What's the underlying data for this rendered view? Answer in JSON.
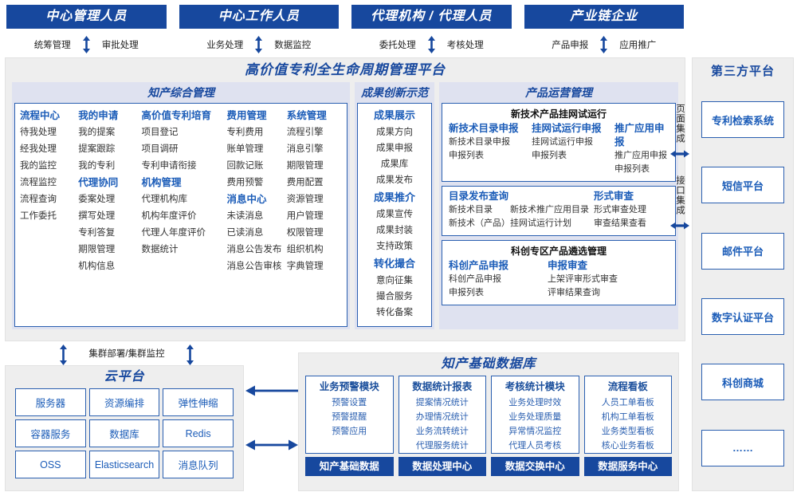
{
  "roles": [
    {
      "title": "中心管理人员",
      "left_tag": "统筹管理",
      "right_tag": "审批处理"
    },
    {
      "title": "中心工作人员",
      "left_tag": "业务处理",
      "right_tag": "数据监控"
    },
    {
      "title": "代理机构 / 代理人员",
      "left_tag": "委托处理",
      "right_tag": "考核处理"
    },
    {
      "title": "产业链企业",
      "left_tag": "产品申报",
      "right_tag": "应用推广"
    }
  ],
  "platform": {
    "title": "高价值专利全生命周期管理平台",
    "sections": {
      "comprehensive": {
        "title": "知产综合管理",
        "columns": [
          {
            "groups": [
              {
                "header": "流程中心",
                "items": [
                  "待我处理",
                  "经我处理",
                  "我的监控",
                  "流程监控",
                  "流程查询",
                  "工作委托"
                ]
              }
            ]
          },
          {
            "groups": [
              {
                "header": "我的申请",
                "items": [
                  "我的提案",
                  "提案跟踪",
                  "我的专利"
                ]
              },
              {
                "header": "代理协同",
                "items": [
                  "委案处理",
                  "撰写处理",
                  "专利答复",
                  "期限管理",
                  "机构信息"
                ]
              }
            ]
          },
          {
            "groups": [
              {
                "header": "高价值专利培育",
                "items": [
                  "项目登记",
                  "项目调研",
                  "专利申请衔接"
                ]
              },
              {
                "header": "机构管理",
                "items": [
                  "代理机构库",
                  "机构年度评价",
                  "代理人年度评价",
                  "数据统计"
                ]
              }
            ]
          },
          {
            "groups": [
              {
                "header": "费用管理",
                "items": [
                  "专利费用",
                  "账单管理",
                  "回款记账",
                  "费用预警"
                ]
              },
              {
                "header": "消息中心",
                "items": [
                  "未读消息",
                  "已读消息",
                  "消息公告发布",
                  "消息公告审核"
                ]
              }
            ]
          },
          {
            "groups": [
              {
                "header": "系统管理",
                "items": [
                  "流程引擎",
                  "消息引擎",
                  "期限管理",
                  "费用配置",
                  "资源管理",
                  "用户管理",
                  "权限管理",
                  "组织机构",
                  "字典管理"
                ]
              }
            ]
          }
        ]
      },
      "innovation": {
        "title": "成果创新示范",
        "groups": [
          {
            "header": "成果展示",
            "items": [
              "成果方向",
              "成果申报",
              "成果库",
              "成果发布"
            ]
          },
          {
            "header": "成果推介",
            "items": [
              "成果宣传",
              "成果封装",
              "支持政策"
            ]
          },
          {
            "header": "转化撮合",
            "items": [
              "意向征集",
              "撮合服务",
              "转化备案"
            ]
          }
        ]
      },
      "operation": {
        "title": "产品运营管理",
        "cards": [
          {
            "title": "新技术产品挂网试运行",
            "rows": [
              {
                "columns": [
                  {
                    "header": "新技术目录申报",
                    "items": [
                      "新技术目录申报",
                      "申报列表"
                    ]
                  },
                  {
                    "header": "挂网试运行申报",
                    "items": [
                      "挂网试运行申报",
                      "申报列表"
                    ]
                  },
                  {
                    "header": "推广应用申报",
                    "items": [
                      "推广应用申报",
                      "申报列表"
                    ]
                  }
                ]
              }
            ]
          },
          {
            "title": "",
            "rows": [
              {
                "columns": [
                  {
                    "header": "目录发布查询",
                    "items": [
                      "新技术目录　　新技术推广应用目录",
                      "新技术（产品）挂网试运行计划"
                    ]
                  },
                  {
                    "header": "形式审查",
                    "items": [
                      "形式审查处理",
                      "审查结果查看"
                    ]
                  }
                ]
              }
            ]
          },
          {
            "title": "科创专区产品遴选管理",
            "rows": [
              {
                "columns": [
                  {
                    "header": "科创产品申报",
                    "items": [
                      "科创产品申报",
                      "申报列表"
                    ]
                  },
                  {
                    "header": "申报审查",
                    "items": [
                      "上架评审形式审查",
                      "评审结果查询"
                    ]
                  }
                ]
              }
            ]
          }
        ]
      }
    }
  },
  "integration": {
    "page_label": "页面集成",
    "api_label": "接口集成"
  },
  "third_party": {
    "title": "第三方平台",
    "items": [
      "专利检索系统",
      "短信平台",
      "邮件平台",
      "数字认证平台",
      "科创商城",
      "……"
    ]
  },
  "cluster": {
    "label": "集群部署/集群监控"
  },
  "cloud": {
    "title": "云平台",
    "items": [
      "服务器",
      "资源编排",
      "弹性伸缩",
      "容器服务",
      "数据库",
      "Redis",
      "OSS",
      "Elasticsearch",
      "消息队列"
    ]
  },
  "database": {
    "title": "知产基础数据库",
    "columns": [
      {
        "header": "业务预警模块",
        "items": [
          "预警设置",
          "预警提醒",
          "预警应用"
        ],
        "footer": "知产基础数据"
      },
      {
        "header": "数据统计报表",
        "items": [
          "提案情况统计",
          "办理情况统计",
          "业务流转统计",
          "代理服务统计"
        ],
        "footer": "数据处理中心"
      },
      {
        "header": "考核统计模块",
        "items": [
          "业务处理时效",
          "业务处理质量",
          "异常情况监控",
          "代理人员考核"
        ],
        "footer": "数据交换中心"
      },
      {
        "header": "流程看板",
        "items": [
          "人员工单看板",
          "机构工单看板",
          "业务类型看板",
          "核心业务看板"
        ],
        "footer": "数据服务中心"
      }
    ]
  },
  "colors": {
    "brand_dark": "#17489e",
    "brand_link": "#1b5cb8",
    "panel_bg": "#eeeeee",
    "section_bg": "#dfe2f0",
    "border": "#2a5fb0"
  }
}
